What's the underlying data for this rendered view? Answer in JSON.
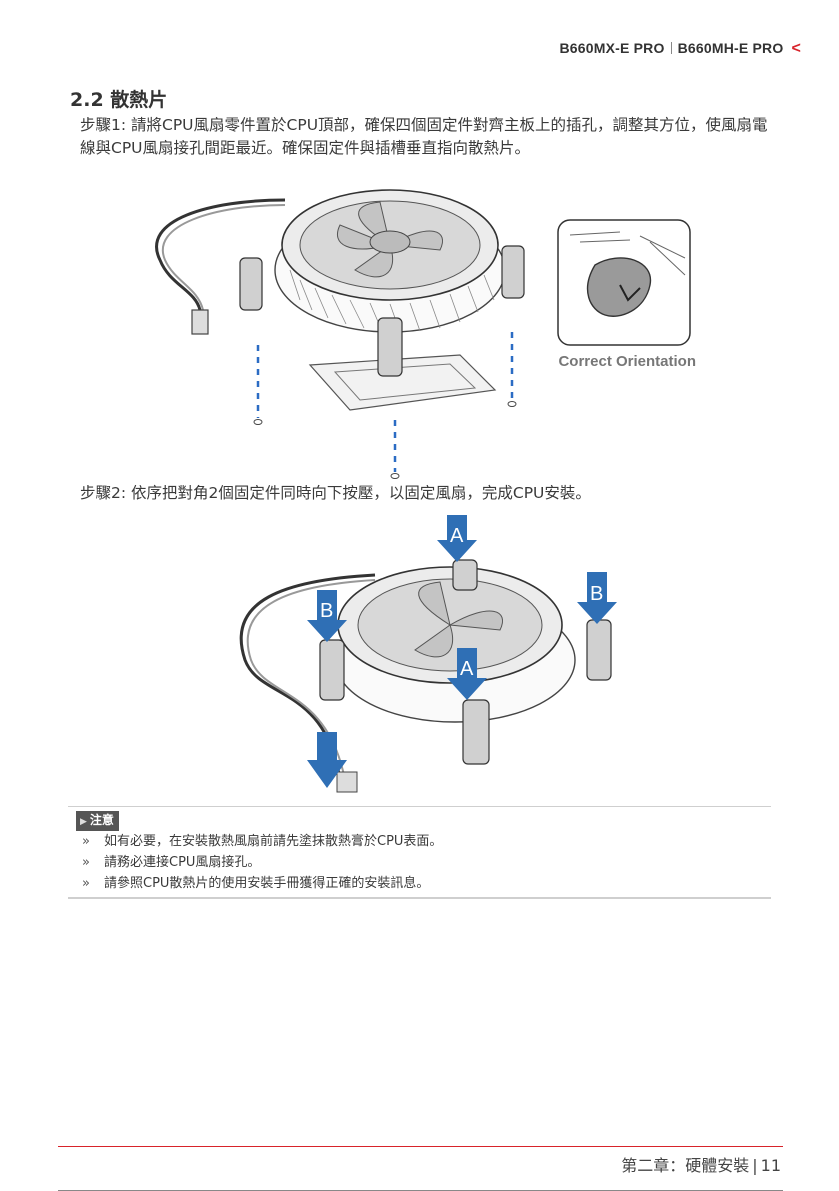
{
  "header": {
    "model1": "B660MX-E PRO",
    "model2": "B660MH-E PRO",
    "arrow": "<"
  },
  "section": {
    "title": "2.2 散熱片"
  },
  "steps": [
    {
      "text": "步驟1: 請將CPU風扇零件置於CPU頂部，確保四個固定件對齊主板上的插孔，調整其方位，使風扇電線與CPU風扇接孔間距最近。確保固定件與插槽垂直指向散熱片。"
    },
    {
      "text": "步驟2: 依序把對角2個固定件同時向下按壓，以固定風扇，完成CPU安裝。"
    }
  ],
  "figure1": {
    "inset_caption": "Correct Orientation"
  },
  "figure2": {
    "label_a": "A",
    "label_b": "B"
  },
  "note": {
    "tag": "注意",
    "items": [
      "如有必要，在安裝散熱風扇前請先塗抹散熱膏於CPU表面。",
      "請務必連接CPU風扇接孔。",
      "請參照CPU散熱片的使用安裝手冊獲得正確的安裝訊息。"
    ],
    "bullet": "»"
  },
  "footer": {
    "chapter": "第二章：硬體安裝",
    "page": "11"
  },
  "colors": {
    "accent": "#d8232a",
    "arrow_blue": "#2f6fb5",
    "guide_blue": "#2b6cc4"
  }
}
